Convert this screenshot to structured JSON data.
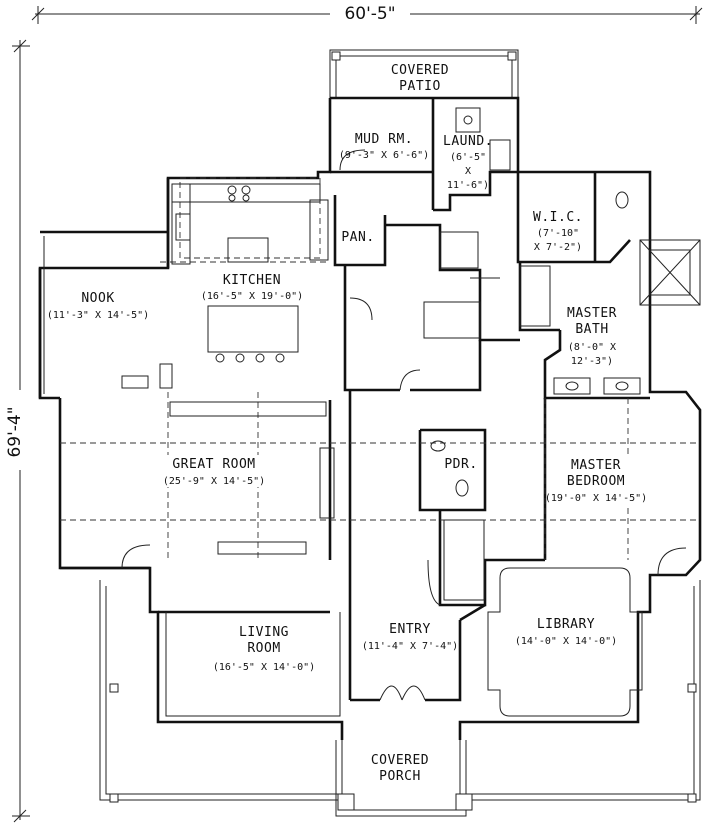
{
  "dimensions": {
    "width_label": "60'-5\"",
    "depth_label": "69'-4\""
  },
  "rooms": {
    "covered_patio": {
      "line1": "COVERED",
      "line2": "PATIO"
    },
    "mud_room": {
      "name": "MUD RM.",
      "size": "(9'-3\" X 6'-6\")"
    },
    "laundry": {
      "name": "LAUND.",
      "size1": "(6'-5\"",
      "size2": "X",
      "size3": "11'-6\")"
    },
    "pantry": {
      "name": "PAN."
    },
    "wic": {
      "name": "W.I.C.",
      "size1": "(7'-10\"",
      "size2": "X 7'-2\")"
    },
    "kitchen": {
      "name": "KITCHEN",
      "size": "(16'-5\" X 19'-0\")"
    },
    "nook": {
      "name": "NOOK",
      "size": "(11'-3\" X 14'-5\")"
    },
    "master_bath": {
      "line1": "MASTER",
      "line2": "BATH",
      "size1": "(8'-0\" X",
      "size2": "12'-3\")"
    },
    "great_room": {
      "name": "GREAT ROOM",
      "size": "(25'-9\" X 14'-5\")"
    },
    "powder": {
      "name": "PDR."
    },
    "master_bedroom": {
      "line1": "MASTER",
      "line2": "BEDROOM",
      "size": "(19'-0\" X 14'-5\")"
    },
    "living_room": {
      "line1": "LIVING",
      "line2": "ROOM",
      "size": "(16'-5\" X 14'-0\")"
    },
    "entry": {
      "name": "ENTRY",
      "size": "(11'-4\" X 7'-4\")"
    },
    "library": {
      "name": "LIBRARY",
      "size": "(14'-0\" X 14'-0\")"
    },
    "covered_porch": {
      "line1": "COVERED",
      "line2": "PORCH"
    }
  }
}
